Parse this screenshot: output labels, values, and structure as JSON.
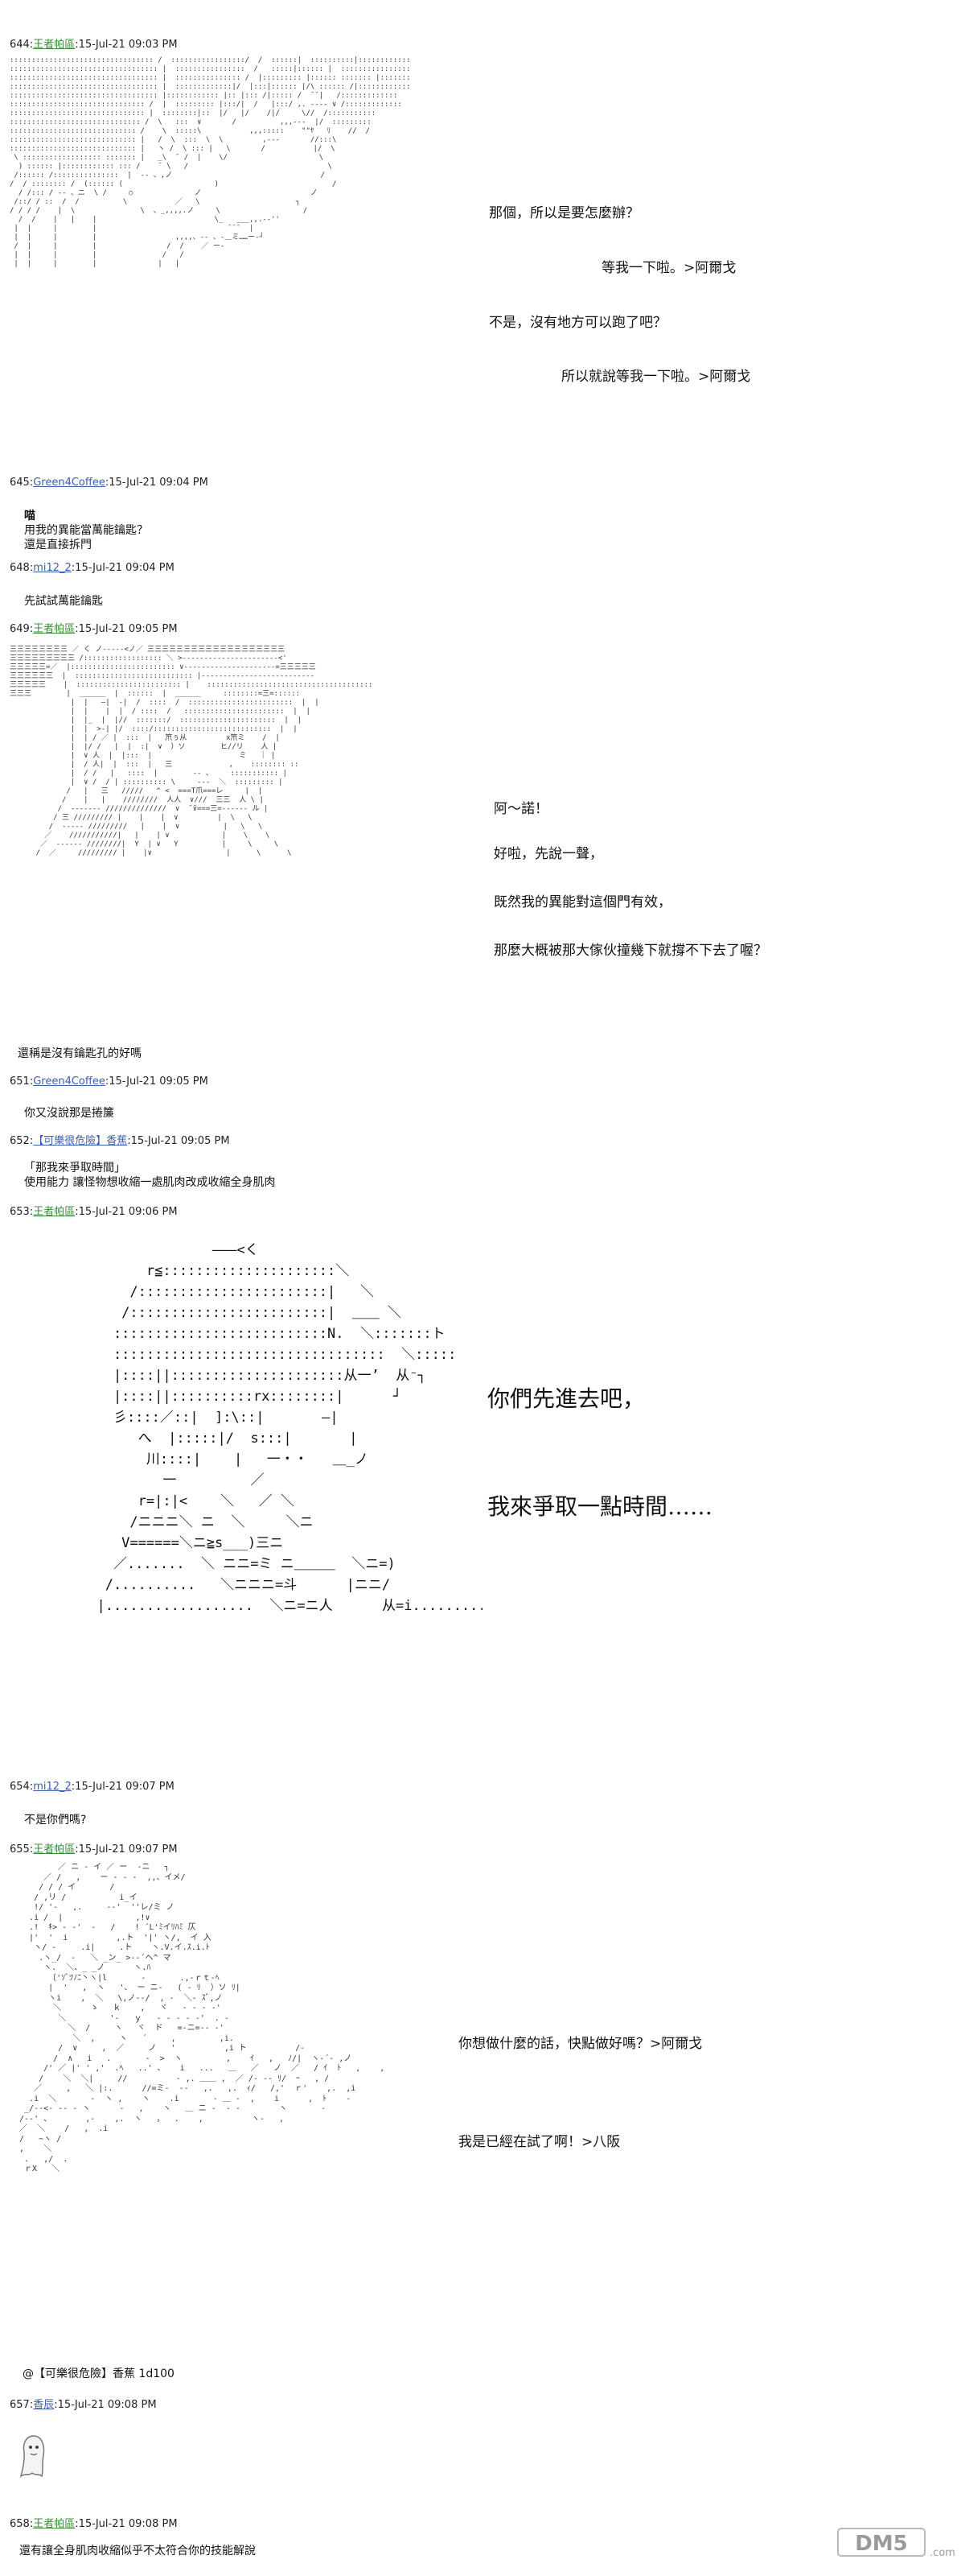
{
  "posts": [
    {
      "num": "644:",
      "name": "王者帕區",
      "date": ":15-Jul-21 09:03 PM"
    },
    {
      "num": "645:",
      "name": "Green4Coffee",
      "date": ":15-Jul-21 09:04 PM"
    },
    {
      "num": "648:",
      "name": "mi12_2",
      "date": ":15-Jul-21 09:04 PM"
    },
    {
      "num": "649:",
      "name": "王者帕區",
      "date": ":15-Jul-21 09:05 PM"
    },
    {
      "num": "651:",
      "name": "Green4Coffee",
      "date": ":15-Jul-21 09:05 PM"
    },
    {
      "num": "652:",
      "name": "【可樂很危險】香蕉",
      "date": ":15-Jul-21 09:05 PM"
    },
    {
      "num": "653:",
      "name": "王者帕區",
      "date": ":15-Jul-21 09:06 PM"
    },
    {
      "num": "654:",
      "name": "mi12_2",
      "date": ":15-Jul-21 09:07 PM"
    },
    {
      "num": "655:",
      "name": "王者帕區",
      "date": ":15-Jul-21 09:07 PM"
    },
    {
      "num": "657:",
      "name": "香辰",
      "date": ":15-Jul-21 09:08 PM"
    },
    {
      "num": "658:",
      "name": "王者帕區",
      "date": ":15-Jul-21 09:08 PM"
    }
  ],
  "comments": {
    "c645_1": "喵",
    "c645_2": "用我的異能當萬能鑰匙？",
    "c645_3": "還是直接拆門",
    "c648": "先試試萬能鑰匙",
    "c649_footer": "還稱是沒有鑰匙孔的好嗎",
    "c651": "你又沒說那是捲簾",
    "c652_1": "「那我來爭取時間」",
    "c652_2": "使用能力 讓怪物想收縮一處肌肉改成收縮全身肌肉",
    "c654": "不是你們嗎?",
    "c655_footer": "@【可樂很危險】香蕉 1d100",
    "c658": "還有讓全身肌肉收縮似乎不太符合你的技能解說"
  },
  "dialogues": {
    "d644_1": "那個，所以是要怎麼辦？",
    "d644_2": "等我一下啦。>阿爾戈",
    "d644_3": "不是，沒有地方可以跑了吧？",
    "d644_4": "所以就說等我一下啦。>阿爾戈",
    "d649_1": "阿～諾！",
    "d649_2": "好啦，先說一聲，",
    "d649_3": "既然我的異能對這個門有效，",
    "d649_4": "那麼大概被那大傢伙撞幾下就撐不下去了喔？",
    "d653_1": "你們先進去吧，",
    "d653_2": "我來爭取一點時間……",
    "d655_1": "你想做什麼的話，快點做好嗎？>阿爾戈",
    "d655_2": "我是已經在試了啊！>八阪"
  },
  "logo": {
    "text": "DM5",
    "sub": ".com"
  },
  "colors": {
    "name_green": "#2a7a2a",
    "name_blue": "#3a5fb0",
    "text": "#111111"
  }
}
